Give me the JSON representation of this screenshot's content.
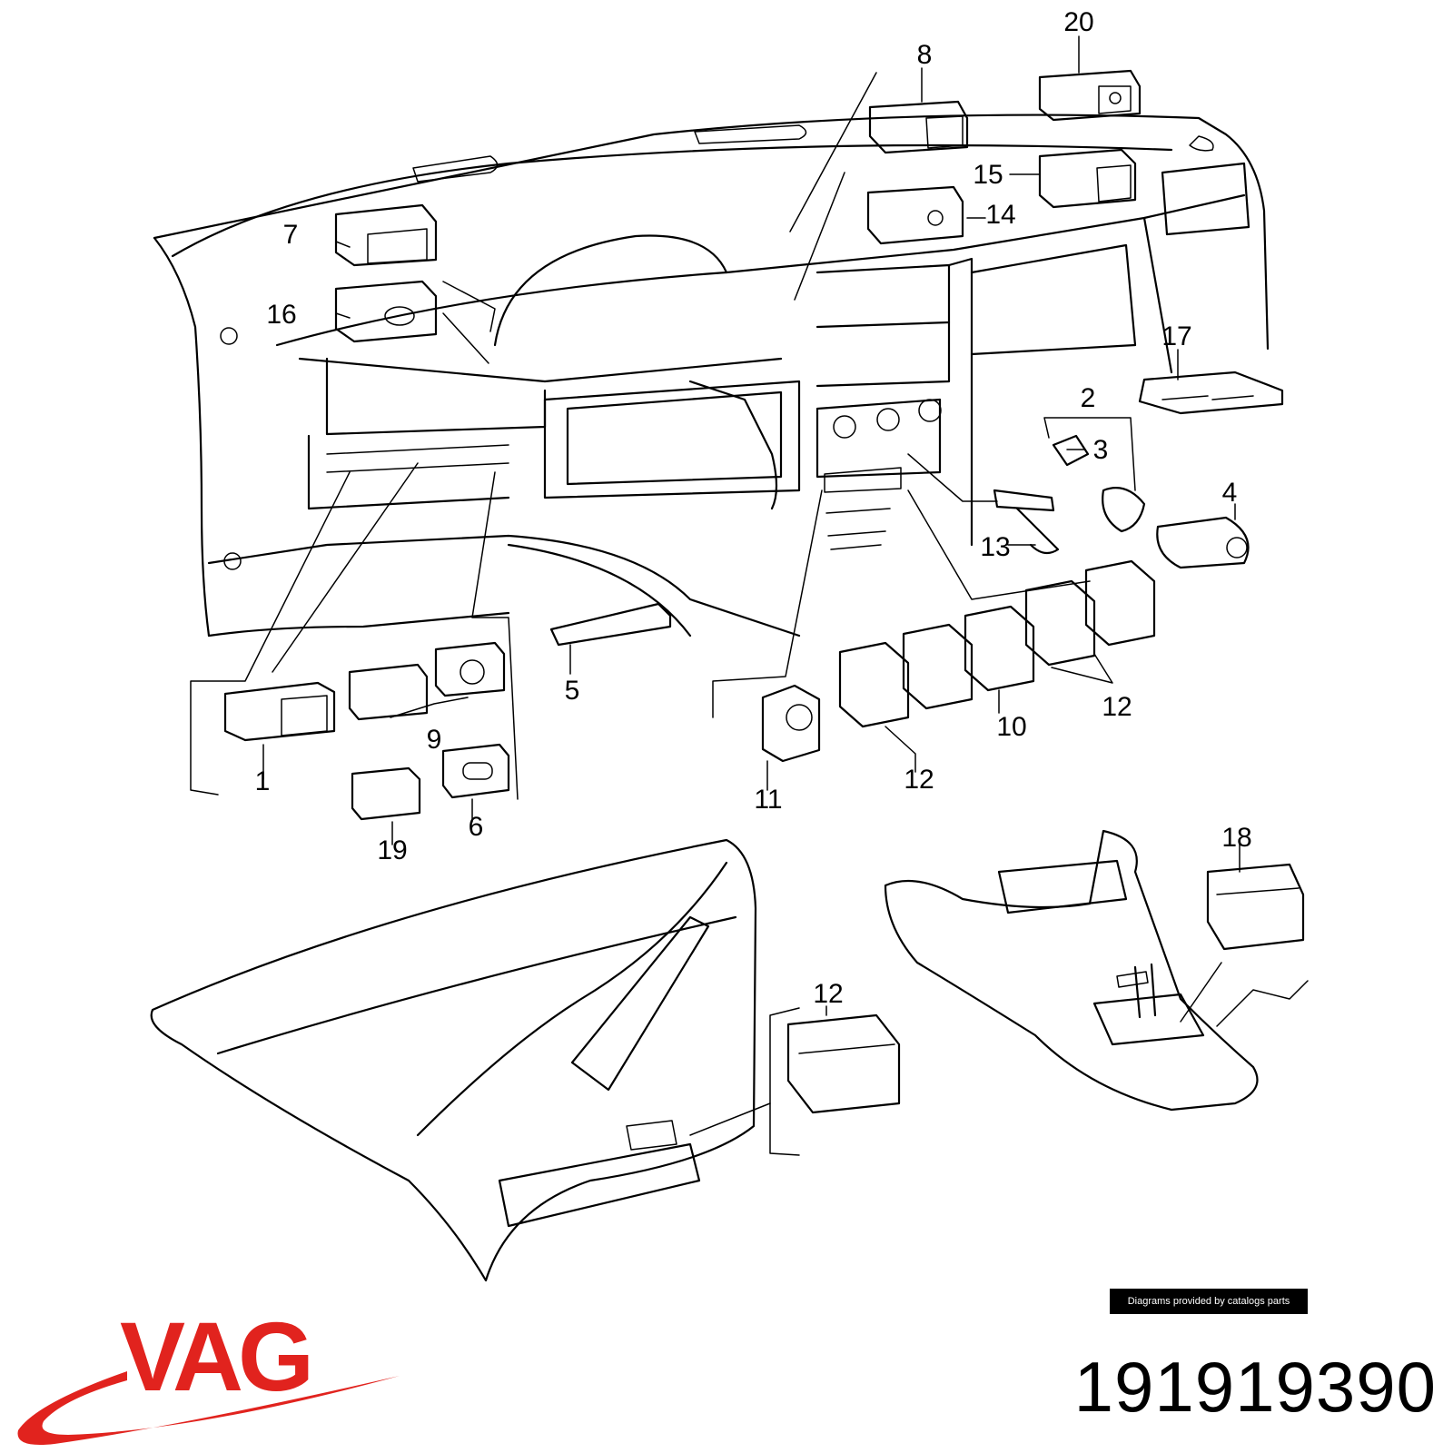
{
  "brand": {
    "name": "VAG",
    "color": "#e1231e"
  },
  "part_number": "191919390",
  "credit": "Diagrams provided by catalogs parts",
  "callouts": {
    "c1": "1",
    "c2": "2",
    "c3": "3",
    "c4": "4",
    "c5": "5",
    "c6": "6",
    "c7": "7",
    "c8": "8",
    "c9": "9",
    "c10": "10",
    "c11": "11",
    "c12a": "12",
    "c12b": "12",
    "c12c": "12",
    "c13": "13",
    "c14": "14",
    "c15": "15",
    "c16": "16",
    "c17": "17",
    "c18": "18",
    "c19": "19",
    "c20": "20"
  }
}
